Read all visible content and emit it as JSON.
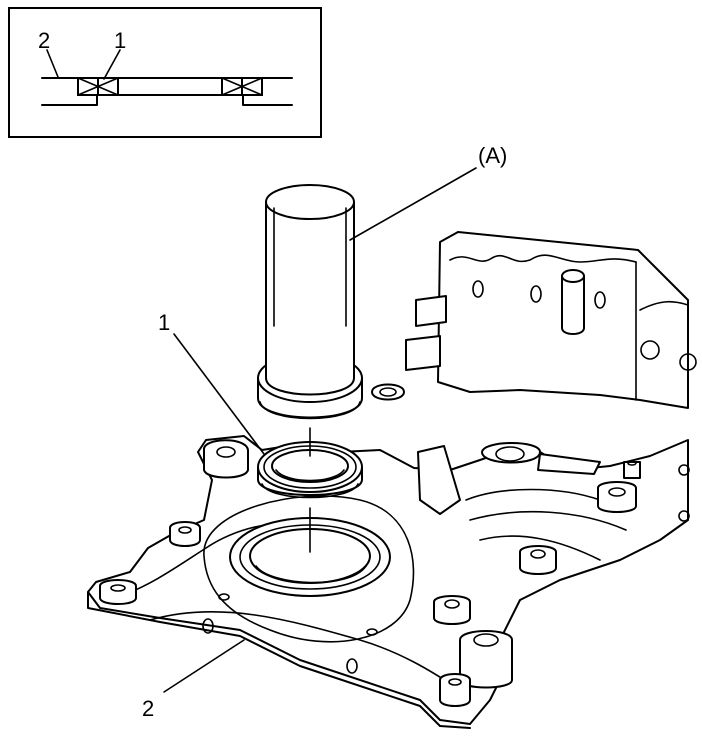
{
  "inset": {
    "label_2": "2",
    "label_1": "1"
  },
  "callouts": {
    "tool": "(A)",
    "seal": "1",
    "cover": "2"
  }
}
